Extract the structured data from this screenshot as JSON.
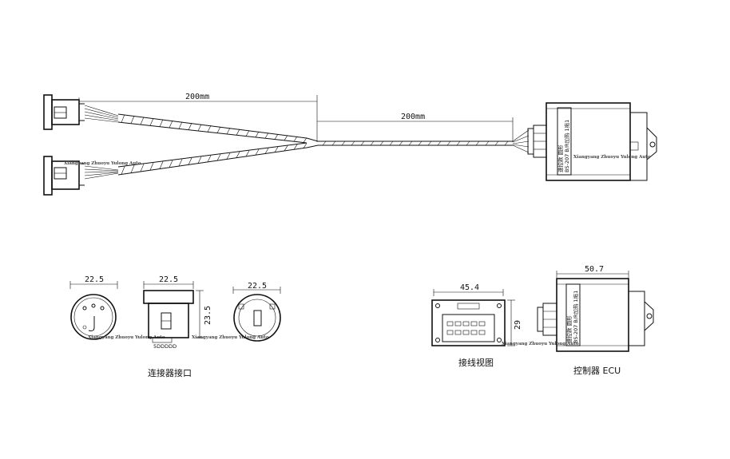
{
  "dimensions": {
    "upper_left_length": "200mm",
    "upper_right_length": "200mm",
    "connector_front_width": "22.5",
    "connector_side_width": "22.5",
    "connector_side_height": "23.5",
    "connector_back_width": "22.5",
    "wiring_view_width": "45.4",
    "wiring_view_height": "29",
    "ecu_width": "50.7"
  },
  "ecu_label": {
    "line1": "BS-207 B/R加热 1拖1",
    "line2": "速控款 圆形"
  },
  "watermark": "Xiangyang Zhuoyu Yulong Auto",
  "captions": {
    "connector_interface": "连接器接口",
    "wiring_view": "接线视图",
    "controller": "控制器 ECU"
  },
  "connector_code": "5DDDDD"
}
